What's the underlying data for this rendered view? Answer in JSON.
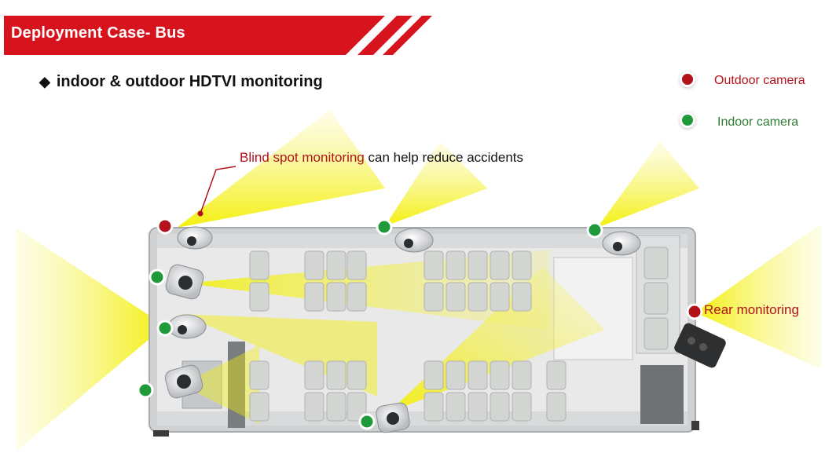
{
  "header": {
    "title": "Deployment Case- Bus",
    "accent_color": "#d7141e"
  },
  "subtitle": {
    "bullet": "◆",
    "text": "indoor & outdoor HDTVI monitoring"
  },
  "legend": [
    {
      "label": "Outdoor camera",
      "color": "#b3121a"
    },
    {
      "label": "Indoor camera",
      "color": "#2e7d32"
    }
  ],
  "callouts": {
    "blind_spot_highlight": "Blind spot monitoring",
    "blind_spot_rest": " can help reduce accidents",
    "rear": "Rear monitoring"
  },
  "colors": {
    "outdoor": "#b3121a",
    "indoor": "#1f9a3a",
    "coverage": "#f5f000",
    "bus_floor": "#e6e6e6",
    "seat": "#cfd2cf"
  }
}
